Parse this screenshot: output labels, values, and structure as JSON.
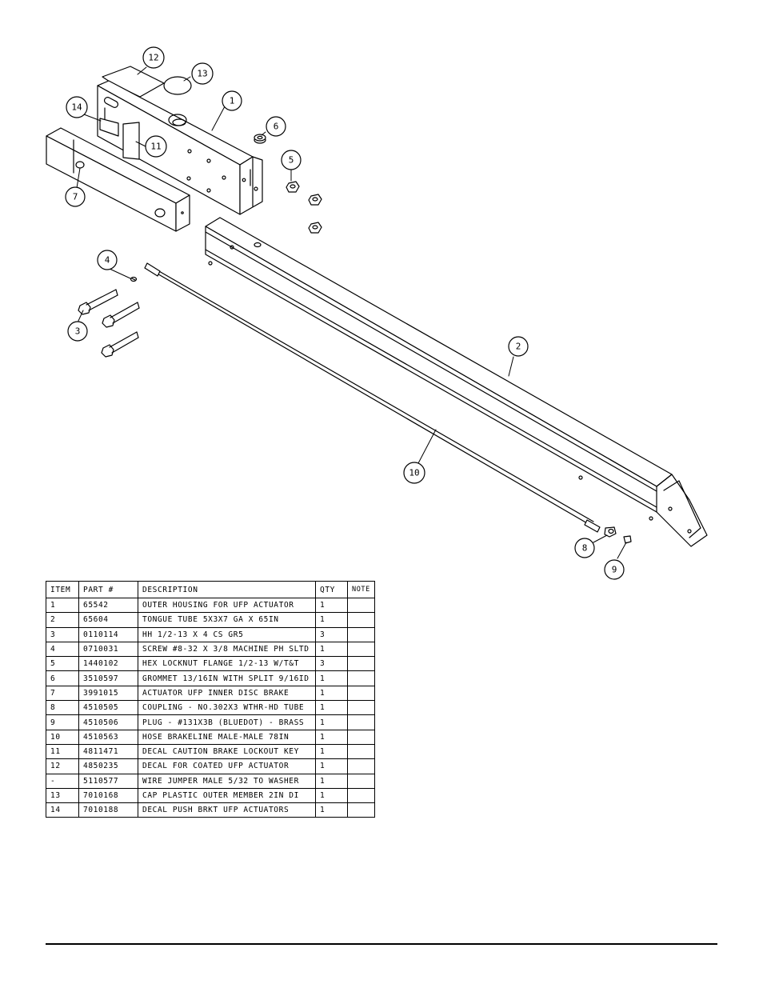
{
  "callouts": [
    {
      "id": "c1",
      "label": "1"
    },
    {
      "id": "c2",
      "label": "2"
    },
    {
      "id": "c3",
      "label": "3"
    },
    {
      "id": "c4",
      "label": "4"
    },
    {
      "id": "c5",
      "label": "5"
    },
    {
      "id": "c6",
      "label": "6"
    },
    {
      "id": "c7",
      "label": "7"
    },
    {
      "id": "c8",
      "label": "8"
    },
    {
      "id": "c9",
      "label": "9"
    },
    {
      "id": "c10",
      "label": "10"
    },
    {
      "id": "c11",
      "label": "11"
    },
    {
      "id": "c12",
      "label": "12"
    },
    {
      "id": "c13",
      "label": "13"
    },
    {
      "id": "c14",
      "label": "14"
    }
  ],
  "table": {
    "headers": {
      "item": "ITEM",
      "part": "PART #",
      "description": "DESCRIPTION",
      "qty": "QTY",
      "note": "NOTE"
    },
    "rows": [
      {
        "item": "1",
        "part": "65542",
        "description": "OUTER HOUSING FOR UFP ACTUATOR",
        "qty": "1",
        "note": ""
      },
      {
        "item": "2",
        "part": "65604",
        "description": "TONGUE TUBE 5X3X7 GA X 65IN",
        "qty": "1",
        "note": ""
      },
      {
        "item": "3",
        "part": "0110114",
        "description": "HH 1/2-13 X 4 CS GR5",
        "qty": "3",
        "note": ""
      },
      {
        "item": "4",
        "part": "0710031",
        "description": "SCREW #8-32 X 3/8 MACHINE PH SLTD",
        "qty": "1",
        "note": ""
      },
      {
        "item": "5",
        "part": "1440102",
        "description": "HEX LOCKNUT FLANGE 1/2-13 W/T&T",
        "qty": "3",
        "note": ""
      },
      {
        "item": "6",
        "part": "3510597",
        "description": "GROMMET 13/16IN WITH SPLIT 9/16ID",
        "qty": "1",
        "note": ""
      },
      {
        "item": "7",
        "part": "3991015",
        "description": "ACTUATOR UFP INNER  DISC BRAKE",
        "qty": "1",
        "note": ""
      },
      {
        "item": "8",
        "part": "4510505",
        "description": "COUPLING - NO.302X3 WTHR-HD TUBE",
        "qty": "1",
        "note": ""
      },
      {
        "item": "9",
        "part": "4510506",
        "description": "PLUG - #131X3B (BLUEDOT) - BRASS",
        "qty": "1",
        "note": ""
      },
      {
        "item": "10",
        "part": "4510563",
        "description": "HOSE BRAKELINE MALE-MALE 78IN",
        "qty": "1",
        "note": ""
      },
      {
        "item": "11",
        "part": "4811471",
        "description": "DECAL CAUTION BRAKE LOCKOUT KEY",
        "qty": "1",
        "note": ""
      },
      {
        "item": "12",
        "part": "4850235",
        "description": "DECAL FOR COATED UFP ACTUATOR",
        "qty": "1",
        "note": ""
      },
      {
        "item": "-",
        "part": "5110577",
        "description": "WIRE JUMPER MALE 5/32 TO WASHER",
        "qty": "1",
        "note": ""
      },
      {
        "item": "13",
        "part": "7010168",
        "description": "CAP  PLASTIC OUTER MEMBER 2IN DI",
        "qty": "1",
        "note": ""
      },
      {
        "item": "14",
        "part": "7010188",
        "description": "DECAL PUSH BRKT UFP ACTUATORS",
        "qty": "1",
        "note": ""
      }
    ]
  }
}
